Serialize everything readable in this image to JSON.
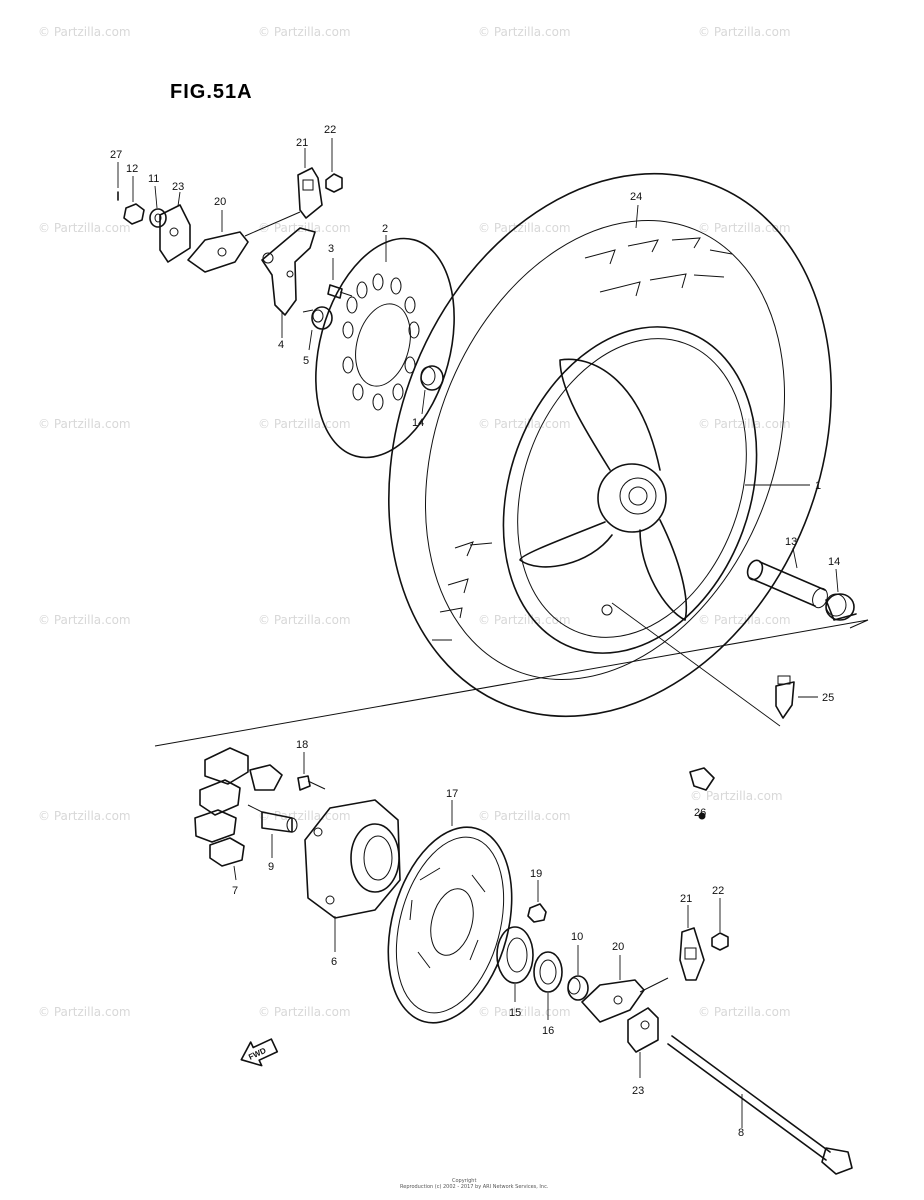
{
  "figure": {
    "title": "FIG.51A"
  },
  "watermark": "© Partzilla.com",
  "fwd_label": "FWD",
  "callouts": {
    "c1": "1",
    "c2": "2",
    "c3": "3",
    "c4": "4",
    "c5": "5",
    "c6": "6",
    "c7": "7",
    "c8": "8",
    "c9": "9",
    "c10": "10",
    "c11": "11",
    "c12": "12",
    "c13": "13",
    "c14a": "14",
    "c14b": "14",
    "c15": "15",
    "c16": "16",
    "c17": "17",
    "c18": "18",
    "c19": "19",
    "c20a": "20",
    "c20b": "20",
    "c21a": "21",
    "c21b": "21",
    "c22a": "22",
    "c22b": "22",
    "c23a": "23",
    "c23b": "23",
    "c24": "24",
    "c25": "25",
    "c26": "26",
    "c27": "27"
  },
  "footer": {
    "line1": "Copyright",
    "line2": "Reproduction (c) 2002 - 2017 by ARI Network Services, Inc."
  }
}
